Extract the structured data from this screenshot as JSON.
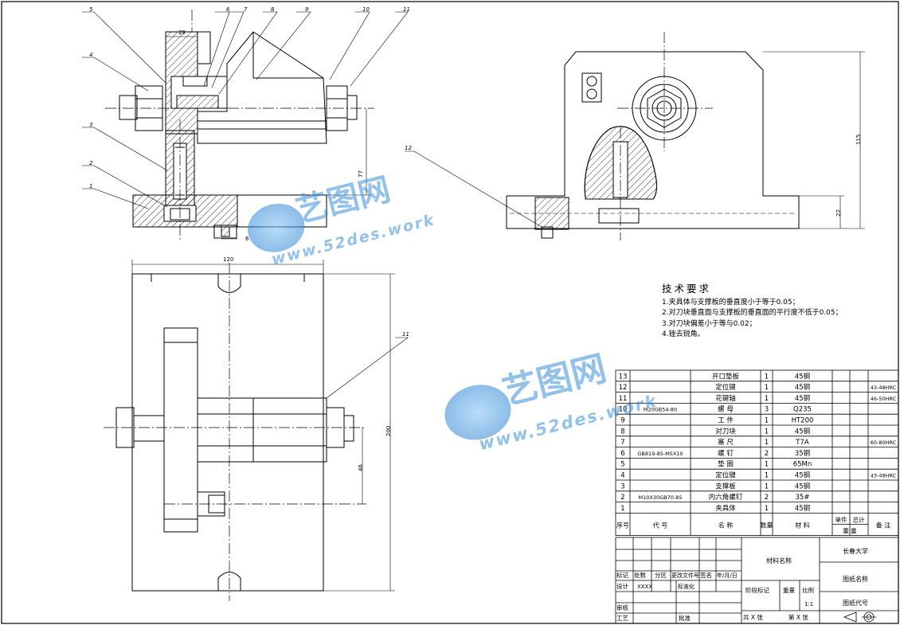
{
  "callouts": [
    "5",
    "6",
    "7",
    "8",
    "9",
    "10",
    "11",
    "4",
    "3",
    "2",
    "1",
    "12",
    "11"
  ],
  "dims": {
    "d29": "29",
    "d77": "77",
    "d6": "6",
    "d120": "120",
    "d200": "200",
    "d46": "46",
    "d115": "115",
    "d22": "22"
  },
  "tech_req": {
    "title": "技术要求",
    "items": [
      "1.夹具体与支撑板的垂直度小于等于0.05；",
      "2.对刀块垂直面与支撑板的垂直面的平行度不低于0.05；",
      "3.对刀块偏差小于等与0.02；",
      "4.锉去锐角。"
    ]
  },
  "bom": [
    {
      "no": "13",
      "code": "",
      "name": "开口垫板",
      "qty": "1",
      "material": "45钢",
      "remark": ""
    },
    {
      "no": "12",
      "code": "",
      "name": "定位键",
      "qty": "1",
      "material": "45钢",
      "remark": "43-48HRC"
    },
    {
      "no": "11",
      "code": "",
      "name": "花键轴",
      "qty": "1",
      "material": "45钢",
      "remark": "46-50HRC"
    },
    {
      "no": "10",
      "code": "M20GB54-80",
      "name": "螺 母",
      "qty": "3",
      "material": "Q235",
      "remark": ""
    },
    {
      "no": "9",
      "code": "",
      "name": "工 件",
      "qty": "1",
      "material": "HT200",
      "remark": ""
    },
    {
      "no": "8",
      "code": "",
      "name": "对刀块",
      "qty": "1",
      "material": "45钢",
      "remark": ""
    },
    {
      "no": "7",
      "code": "",
      "name": "塞 尺",
      "qty": "1",
      "material": "T7A",
      "remark": "60-80HRC"
    },
    {
      "no": "6",
      "code": "GB819-85-M5X10",
      "name": "螺 钉",
      "qty": "2",
      "material": "35钢",
      "remark": ""
    },
    {
      "no": "5",
      "code": "",
      "name": "垫 圈",
      "qty": "1",
      "material": "65Mn",
      "remark": ""
    },
    {
      "no": "4",
      "code": "",
      "name": "定位键",
      "qty": "1",
      "material": "45钢",
      "remark": "43-48HRC"
    },
    {
      "no": "3",
      "code": "",
      "name": "支撑板",
      "qty": "1",
      "material": "45钢",
      "remark": ""
    },
    {
      "no": "2",
      "code": "M10X30GB70-85",
      "name": "内六角螺钉",
      "qty": "2",
      "material": "35#",
      "remark": ""
    },
    {
      "no": "1",
      "code": "",
      "name": "夹具体",
      "qty": "1",
      "material": "45钢",
      "remark": ""
    }
  ],
  "bom_header": {
    "no": "序号",
    "code": "代  号",
    "name": "名  称",
    "qty": "数量",
    "material": "材  料",
    "unit": "单件",
    "total": "总计",
    "weight": "重  量",
    "remark": "备 注"
  },
  "title_block": {
    "material_name": "材料名称",
    "school": "长春大学",
    "drawing_name": "图纸名称",
    "drawing_code": "图纸代号",
    "marks": "标记",
    "count": "处数",
    "zone": "分区",
    "change_doc": "更改文件号",
    "sign": "签名",
    "date": "年/月/日",
    "design": "设计",
    "design_val": "XXXX",
    "standard": "标准化",
    "stage": "阶段标记",
    "weight": "重量",
    "scale": "比例",
    "scale_val": "1:1",
    "review": "审核",
    "process": "工艺",
    "approve": "批准",
    "sheets_total": "共 X 张",
    "sheet_no": "第 X 张"
  },
  "watermark": {
    "brand": "艺图网",
    "url": "www.52des.work"
  },
  "colors": {
    "line": "#000000",
    "watermark": "#3a8fd8"
  }
}
